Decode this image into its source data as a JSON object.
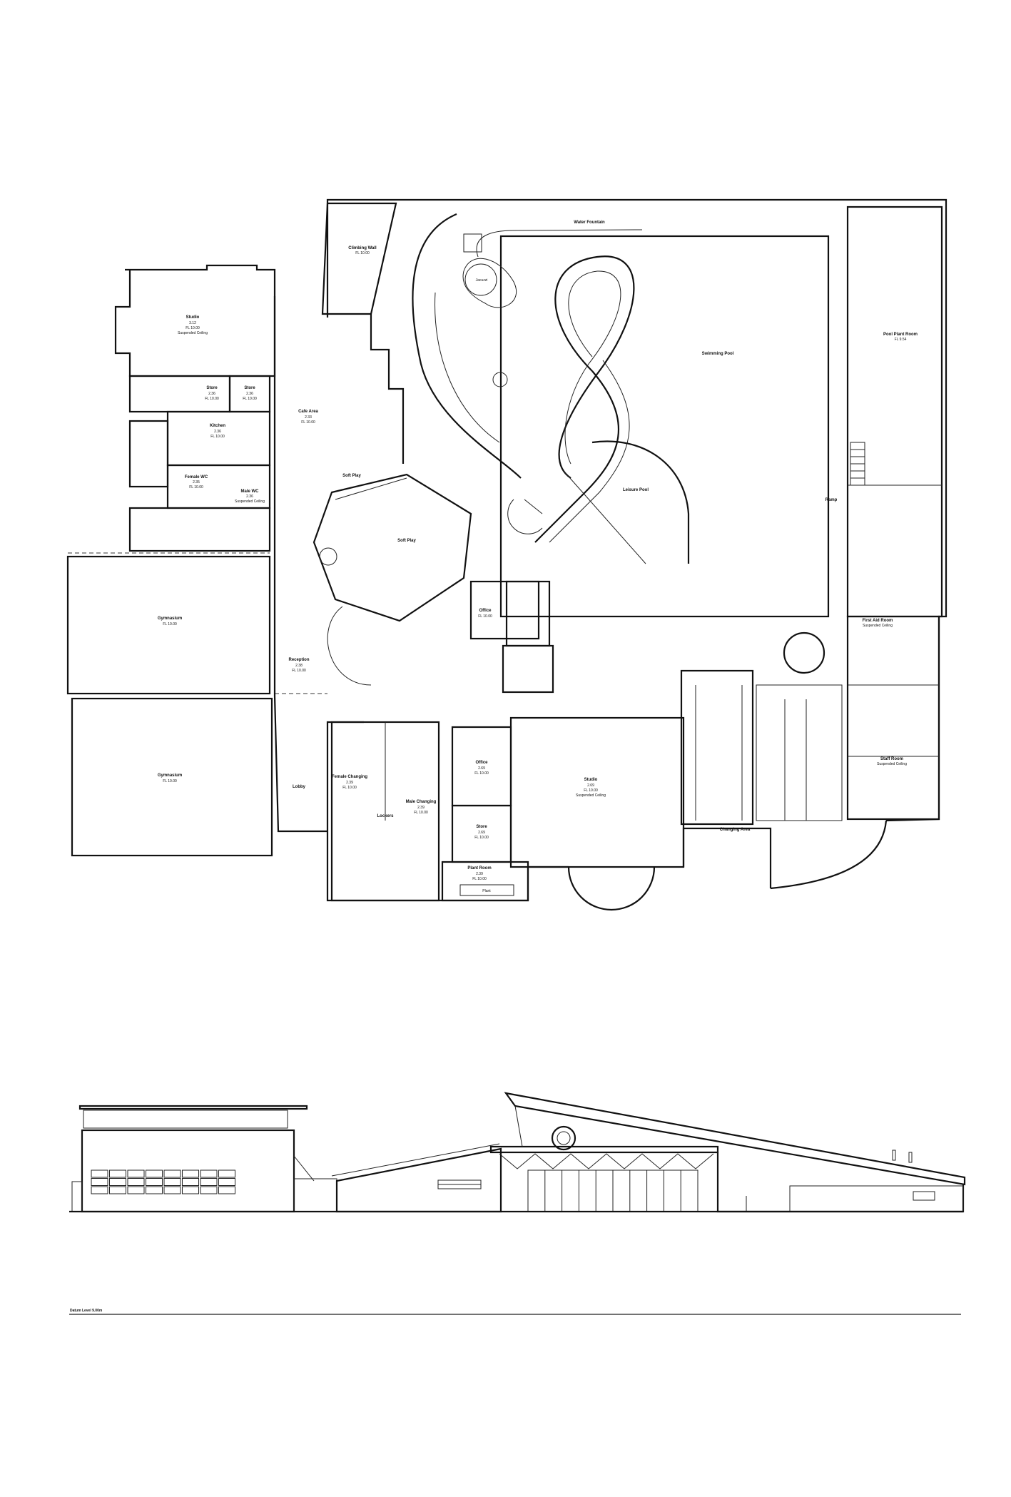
{
  "plan": {
    "rooms": {
      "climbing_wall": {
        "name": "Climbing Wall",
        "level": "FL 10.00"
      },
      "water_fountain": {
        "name": "Water Fountain"
      },
      "jacuzzi": {
        "name": "Jacuzzi"
      },
      "swimming_pool": {
        "name": "Swimming Pool"
      },
      "pool_plant_room": {
        "name": "Pool Plant Room",
        "level": "FL 9.54"
      },
      "cafe_area": {
        "name": "Cafe Area",
        "code": "2.33",
        "level": "FL 10.00"
      },
      "soft_play_entry": {
        "name": "Soft Play"
      },
      "soft_play": {
        "name": "Soft Play"
      },
      "leisure_pool": {
        "name": "Leisure Pool"
      },
      "ramp": {
        "name": "Ramp"
      },
      "studio_upper": {
        "name": "Studio",
        "code": "3.12",
        "level": "FL 10.00",
        "note": "Suspended Ceiling"
      },
      "store_a": {
        "name": "Store",
        "code": "2.36",
        "level": "FL 10.00"
      },
      "store_b": {
        "name": "Store",
        "code": "2.36",
        "level": "FL 10.00"
      },
      "kitchen": {
        "name": "Kitchen",
        "code": "2.36",
        "level": "FL 10.00"
      },
      "female_wc": {
        "name": "Female WC",
        "code": "2.35",
        "level": "FL 10.00"
      },
      "male_wc": {
        "name": "Male WC",
        "code": "2.36",
        "note": "Suspended Ceiling"
      },
      "gym_1": {
        "name": "Gymnasium",
        "level": "FL 10.00"
      },
      "gym_2": {
        "name": "Gymnasium",
        "level": "FL 10.00"
      },
      "reception": {
        "name": "Reception",
        "code": "2.38",
        "level": "FL 10.00"
      },
      "lobby": {
        "name": "Lobby"
      },
      "office_upper": {
        "name": "Office",
        "level": "FL 10.00"
      },
      "office_lower": {
        "name": "Office",
        "code": "2.69",
        "level": "FL 10.00"
      },
      "store_lower": {
        "name": "Store",
        "code": "2.69",
        "level": "FL 10.00"
      },
      "female_changing": {
        "name": "Female Changing",
        "code": "2.39",
        "level": "FL 10.00"
      },
      "male_changing": {
        "name": "Male Changing",
        "code": "2.39",
        "level": "FL 10.00"
      },
      "lockers": {
        "name": "Lockers"
      },
      "plant_room": {
        "name": "Plant Room",
        "code": "2.39",
        "level": "FL 10.00"
      },
      "plant": {
        "name": "Plant"
      },
      "studio_lower": {
        "name": "Studio",
        "code": "2.69",
        "level": "FL 10.00",
        "note": "Suspended Ceiling"
      },
      "changing_area": {
        "name": "Changing Area"
      },
      "staff_room": {
        "name": "Staff Room",
        "note": "Suspended Ceiling"
      },
      "first_aid": {
        "name": "First Aid Room",
        "note": "Suspended Ceiling"
      }
    }
  },
  "elevation": {
    "datum_label": "Datum Level 9.00m"
  }
}
